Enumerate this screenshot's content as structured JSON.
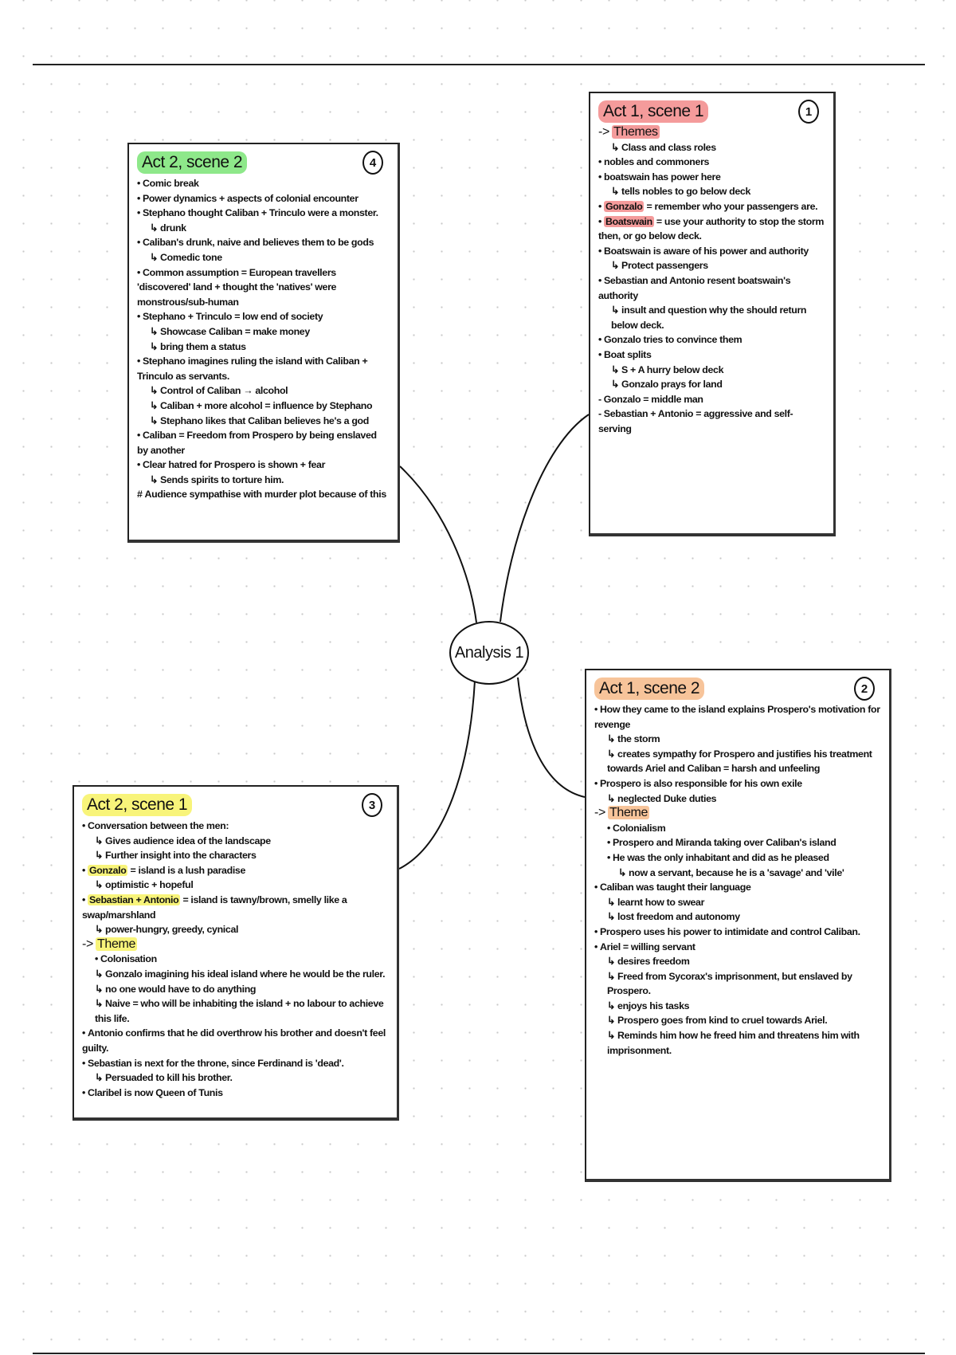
{
  "center": {
    "label": "Analysis 1"
  },
  "colors": {
    "red": "#f49b9b",
    "green": "#8ee88a",
    "yellow": "#f8f47a",
    "orange": "#f7c49a"
  },
  "boxes": [
    {
      "id": "act2-scene2",
      "title": "Act 2, scene 2",
      "number": "4",
      "color": "#8ee88a",
      "lines": [
        {
          "b": "•",
          "t": "Comic break",
          "i": 0
        },
        {
          "b": "•",
          "t": "Power dynamics + aspects of colonial encounter",
          "i": 0
        },
        {
          "b": "•",
          "t": "Stephano thought Caliban + Trinculo were a monster.",
          "i": 0
        },
        {
          "b": "↳",
          "t": "drunk",
          "i": 1
        },
        {
          "b": "•",
          "t": "Caliban's drunk, naive and believes them to be gods",
          "i": 0
        },
        {
          "b": "↳",
          "t": "Comedic tone",
          "i": 1
        },
        {
          "b": "•",
          "t": "Common assumption = European travellers 'discovered' land + thought the 'natives' were monstrous/sub-human",
          "i": 0
        },
        {
          "b": "•",
          "t": "Stephano + Trinculo = low end of society",
          "i": 0
        },
        {
          "b": "↳",
          "t": "Showcase Caliban = make money",
          "i": 1
        },
        {
          "b": "↳",
          "t": "bring them a status",
          "i": 1
        },
        {
          "b": "•",
          "t": "Stephano imagines ruling the island with Caliban + Trinculo as servants.",
          "i": 0
        },
        {
          "b": "↳",
          "t": "Control of Caliban → alcohol",
          "i": 1
        },
        {
          "b": "↳",
          "t": "Caliban + more alcohol = influence by Stephano",
          "i": 1
        },
        {
          "b": "↳",
          "t": "Stephano likes that Caliban believes he's a god",
          "i": 1
        },
        {
          "b": "•",
          "t": "Caliban = Freedom from Prospero by being enslaved by another",
          "i": 0
        },
        {
          "b": "•",
          "t": "Clear hatred for Prospero is shown + fear",
          "i": 0
        },
        {
          "b": "↳",
          "t": "Sends spirits to torture him.",
          "i": 1
        },
        {
          "b": "#",
          "t": "Audience sympathise with murder plot because of this",
          "i": 0
        }
      ]
    },
    {
      "id": "act1-scene1",
      "title": "Act 1, scene 1",
      "number": "1",
      "color": "#f49b9b",
      "lines": [
        {
          "b": "->",
          "hl": "Themes",
          "t": "",
          "i": 0,
          "theme": true
        },
        {
          "b": "↳",
          "t": "Class and class roles",
          "i": 1
        },
        {
          "b": "•",
          "t": "nobles and commoners",
          "i": 0
        },
        {
          "b": "•",
          "t": "boatswain has power here",
          "i": 0
        },
        {
          "b": "↳",
          "t": "tells nobles to go below deck",
          "i": 1
        },
        {
          "b": "•",
          "hl": "Gonzalo",
          "t": "= remember who your passengers are.",
          "i": 0
        },
        {
          "b": "•",
          "hl": "Boatswain",
          "t": "= use your authority to stop the storm then, or go below deck.",
          "i": 0
        },
        {
          "b": "•",
          "t": "Boatswain is aware of his power and authority",
          "i": 0
        },
        {
          "b": "↳",
          "t": "Protect passengers",
          "i": 1
        },
        {
          "b": "•",
          "t": "Sebastian and Antonio resent boatswain's authority",
          "i": 0
        },
        {
          "b": "↳",
          "t": "insult and question why the should return below deck.",
          "i": 1
        },
        {
          "b": "•",
          "t": "Gonzalo tries to convince them",
          "i": 0
        },
        {
          "b": "•",
          "t": "Boat splits",
          "i": 0
        },
        {
          "b": "↳",
          "t": "S + A hurry below deck",
          "i": 1
        },
        {
          "b": "↳",
          "t": "Gonzalo prays for land",
          "i": 1
        },
        {
          "b": "-",
          "t": "Gonzalo = middle man",
          "i": 0
        },
        {
          "b": "-",
          "t": "Sebastian + Antonio = aggressive and self-serving",
          "i": 0
        }
      ]
    },
    {
      "id": "act2-scene1",
      "title": "Act 2, scene 1",
      "number": "3",
      "color": "#f8f47a",
      "lines": [
        {
          "b": "•",
          "t": "Conversation between the men:",
          "i": 0
        },
        {
          "b": "↳",
          "t": "Gives audience idea of the landscape",
          "i": 1
        },
        {
          "b": "↳",
          "t": "Further insight into the characters",
          "i": 1
        },
        {
          "b": "•",
          "hl": "Gonzalo",
          "t": "= island is a lush paradise",
          "i": 0
        },
        {
          "b": "↳",
          "t": "optimistic + hopeful",
          "i": 1
        },
        {
          "b": "•",
          "hl": "Sebastian + Antonio",
          "t": "= island is tawny/brown, smelly like a swap/marshland",
          "i": 0
        },
        {
          "b": "↳",
          "t": "power-hungry, greedy, cynical",
          "i": 1
        },
        {
          "b": "->",
          "hl": "Theme",
          "t": "",
          "i": 0,
          "theme": true
        },
        {
          "b": "•",
          "t": "Colonisation",
          "i": 1
        },
        {
          "b": "↳",
          "t": "Gonzalo imagining his ideal island where he would be the ruler.",
          "i": 1
        },
        {
          "b": "↳",
          "t": "no one would have to do anything",
          "i": 1
        },
        {
          "b": "↳",
          "t": "Naive = who will be inhabiting the island + no labour to achieve this life.",
          "i": 1
        },
        {
          "b": "•",
          "t": "Antonio confirms that he did overthrow his brother and doesn't feel guilty.",
          "i": 0
        },
        {
          "b": "•",
          "t": "Sebastian is next for the throne, since Ferdinand is 'dead'.",
          "i": 0
        },
        {
          "b": "↳",
          "t": "Persuaded to kill his brother.",
          "i": 1
        },
        {
          "b": "•",
          "t": "Claribel is now Queen of Tunis",
          "i": 0
        }
      ]
    },
    {
      "id": "act1-scene2",
      "title": "Act 1, scene 2",
      "number": "2",
      "color": "#f7c49a",
      "lines": [
        {
          "b": "•",
          "t": "How they came to the island explains Prospero's motivation for revenge",
          "i": 0
        },
        {
          "b": "↳",
          "t": "the storm",
          "i": 1
        },
        {
          "b": "↳",
          "t": "creates sympathy for Prospero and justifies his treatment towards Ariel and Caliban = harsh and unfeeling",
          "i": 1
        },
        {
          "b": "•",
          "t": "Prospero is also responsible for his own exile",
          "i": 0
        },
        {
          "b": "↳",
          "t": "neglected Duke duties",
          "i": 1
        },
        {
          "b": "->",
          "hl": "Theme",
          "t": "",
          "i": 0,
          "theme": true
        },
        {
          "b": "•",
          "t": "Colonialism",
          "i": 1
        },
        {
          "b": "•",
          "t": "Prospero and Miranda taking over Caliban's island",
          "i": 1
        },
        {
          "b": "•",
          "t": "He was the only inhabitant and did as he pleased",
          "i": 1
        },
        {
          "b": "↳",
          "t": "now a servant, because he is a 'savage' and 'vile'",
          "i": 2
        },
        {
          "b": "•",
          "t": "Caliban was taught their language",
          "i": 0
        },
        {
          "b": "↳",
          "t": "learnt how to swear",
          "i": 1
        },
        {
          "b": "↳",
          "t": "lost freedom and autonomy",
          "i": 1
        },
        {
          "b": "•",
          "t": "Prospero uses his power to intimidate and control Caliban.",
          "i": 0
        },
        {
          "b": "•",
          "t": "Ariel = willing servant",
          "i": 0
        },
        {
          "b": "↳",
          "t": "desires freedom",
          "i": 1
        },
        {
          "b": "↳",
          "t": "Freed from Sycorax's imprisonment, but enslaved by Prospero.",
          "i": 1
        },
        {
          "b": "↳",
          "t": "enjoys his tasks",
          "i": 1
        },
        {
          "b": "↳",
          "t": "Prospero goes from kind to cruel towards Ariel.",
          "i": 1
        },
        {
          "b": "↳",
          "t": "Reminds him how he freed him and threatens him with imprisonment.",
          "i": 1
        }
      ]
    }
  ]
}
